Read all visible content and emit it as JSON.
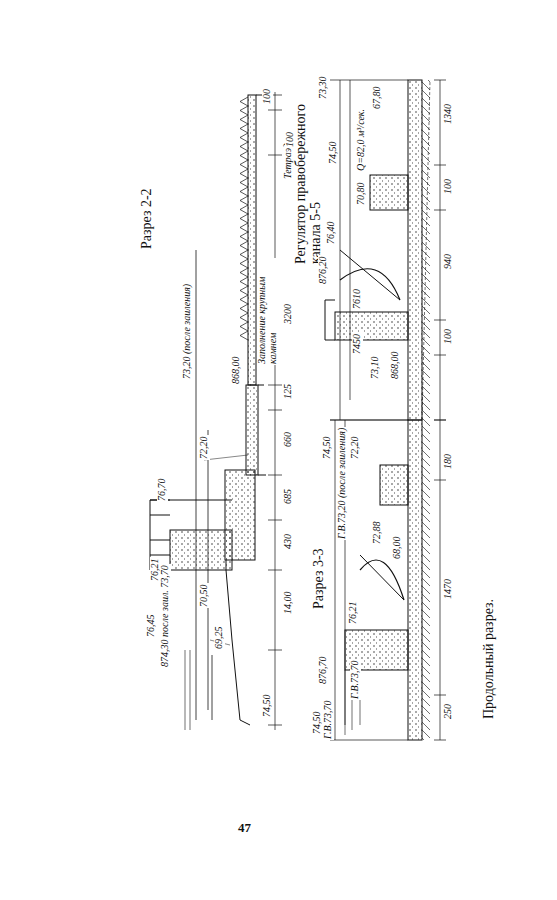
{
  "diagram": {
    "caption": "Продольный разрез.",
    "labels": [
      "Разрез 2-2",
      "73,20 (после заиления)",
      "72,20",
      "76,70",
      "76,21",
      "76,45",
      "874,30 после заил. 73,70",
      "70,50",
      "69,25",
      "868,00",
      "Заполнение крупным камнем",
      "Тетраэды",
      "100",
      "100",
      "3200",
      "125",
      "660",
      "685",
      "430",
      "14,00",
      "74,50",
      "Регулятор правобережного канала 5-5",
      "73,30",
      "74,50",
      "Q=82,0 м³/сек.",
      "70,80",
      "67,80",
      "76,40",
      "876,20",
      "7610",
      "7450",
      "73,10",
      "868,00",
      "1340",
      "100",
      "940",
      "100",
      "Разрез 3-3",
      "74,50",
      "Г.В.73,20 (после заиления)",
      "72,20",
      "876,70",
      "Г.В.73,70",
      "76,21",
      "72,88",
      "68,00",
      "74,50",
      "Г.В.73,70",
      "180",
      "1470",
      "250",
      "47"
    ]
  }
}
